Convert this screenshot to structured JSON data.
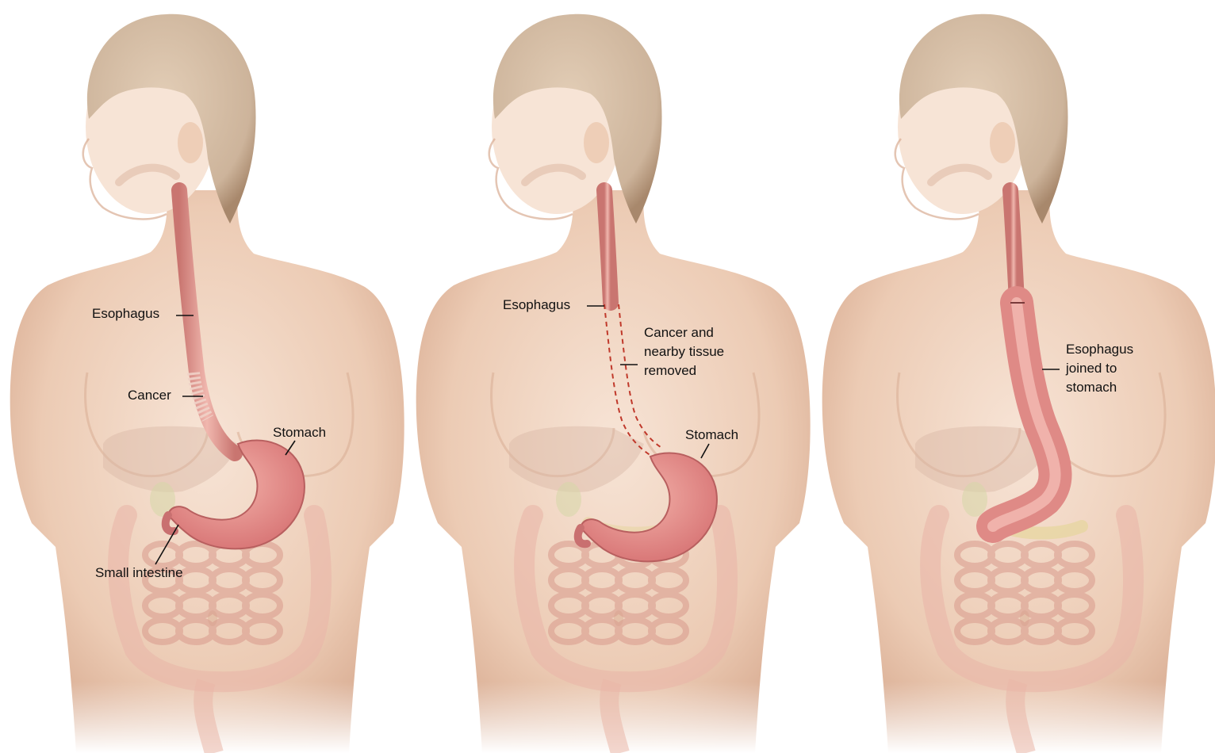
{
  "colors": {
    "skin_light": "#f7e4d6",
    "skin": "#eccbb4",
    "skin_shadow": "#d9ad93",
    "hair": "#cdb49b",
    "hair_dark": "#a8886c",
    "esophagus": "#d98b86",
    "stomach": "#d97878",
    "intestine": "#e9b6a8",
    "liver": "#d9b7a7",
    "pancreas": "#e8d6a3",
    "leader_line": "#111111",
    "removed_dash": "#c0392b"
  },
  "panels": [
    {
      "name": "before-surgery",
      "labels": {
        "esophagus": "Esophagus",
        "cancer": "Cancer",
        "stomach": "Stomach",
        "small_intestine": "Small intestine"
      }
    },
    {
      "name": "during-surgery",
      "labels": {
        "esophagus": "Esophagus",
        "removed": "Cancer and nearby tissue removed",
        "stomach": "Stomach"
      }
    },
    {
      "name": "after-surgery",
      "labels": {
        "joined": "Esophagus joined to stomach"
      }
    }
  ]
}
